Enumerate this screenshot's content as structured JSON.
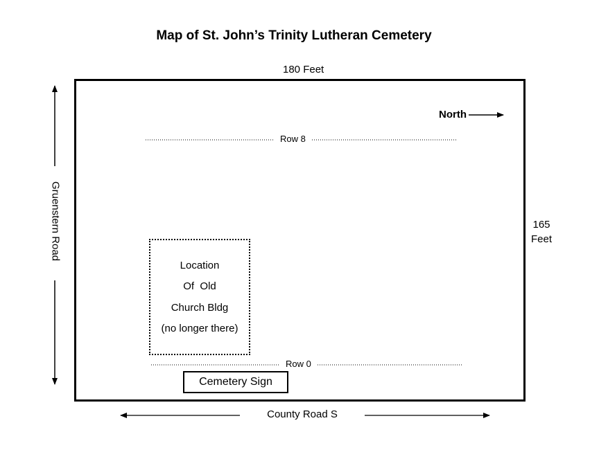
{
  "diagram": {
    "title": "Map of St. John’s Trinity Lutheran Cemetery",
    "top_dimension": "180 Feet",
    "right_dimension_line1": "165",
    "right_dimension_line2": "Feet",
    "left_road": "Gruenstern Road",
    "bottom_road": "County Road S",
    "north_label": "North",
    "rows": [
      {
        "label": "Row 8"
      },
      {
        "label": "Row 0"
      }
    ],
    "church": {
      "lines": [
        "Location",
        "Of  Old",
        "Church Bldg",
        "(no longer there)"
      ]
    },
    "sign_label": "Cemetery Sign"
  }
}
